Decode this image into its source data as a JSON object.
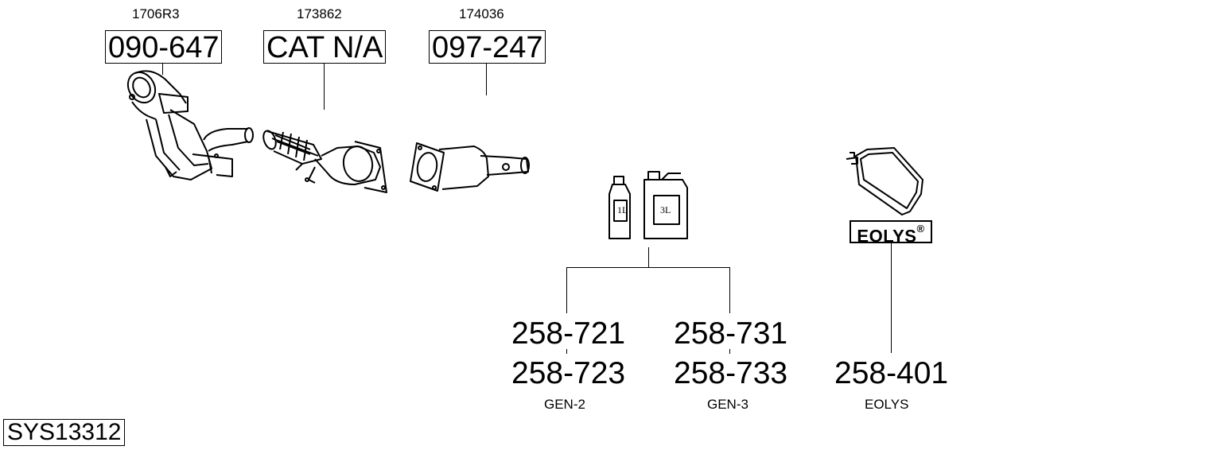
{
  "parts": [
    {
      "ref": "1706R3",
      "code": "090-647"
    },
    {
      "ref": "173862",
      "code": "CAT N/A"
    },
    {
      "ref": "174036",
      "code": "097-247"
    }
  ],
  "additive": {
    "small_label": "1L",
    "large_label": "3L",
    "gen2": {
      "code_a": "258-721",
      "code_b": "258-723",
      "name": "GEN-2"
    },
    "gen3": {
      "code_a": "258-731",
      "code_b": "258-733",
      "name": "GEN-3"
    }
  },
  "eolys": {
    "logo": "EOLYS",
    "logo_mark": "®",
    "code": "258-401",
    "name": "EOLYS"
  },
  "system_id": "SYS13312"
}
